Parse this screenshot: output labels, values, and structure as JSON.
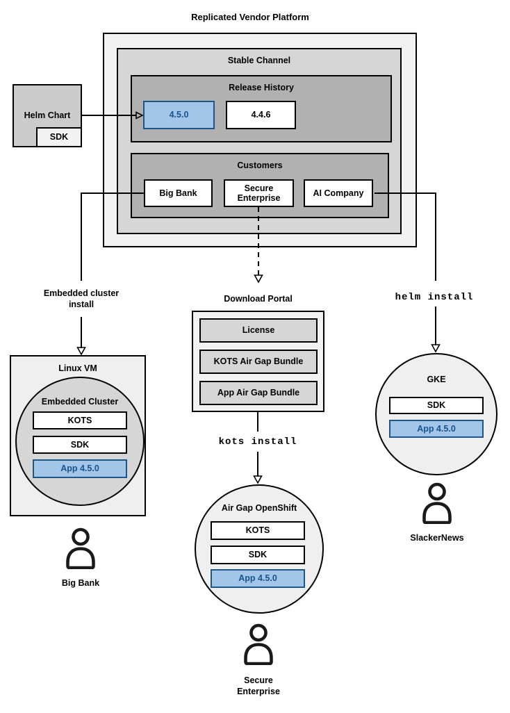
{
  "colors": {
    "highlight_fill": "#a3c6e8",
    "highlight_border": "#1d5687",
    "highlight_text": "#17538f"
  },
  "platform": {
    "title": "Replicated Vendor Platform",
    "channel_title": "Stable Channel",
    "release_history": {
      "title": "Release History",
      "releases": [
        "4.5.0",
        "4.4.6"
      ]
    },
    "customers": {
      "title": "Customers",
      "names": [
        "Big Bank",
        "Secure Enterprise",
        "AI Company"
      ]
    }
  },
  "helm_chart": {
    "label": "Helm Chart",
    "sdk": "SDK"
  },
  "left_flow": {
    "install_label": "Embedded cluster install",
    "vm_title": "Linux VM",
    "cluster_title": "Embedded Cluster",
    "components": [
      "KOTS",
      "SDK"
    ],
    "app": "App 4.5.0",
    "user": "Big Bank"
  },
  "middle_flow": {
    "portal_title": "Download Portal",
    "portal_items": [
      "License",
      "KOTS Air Gap Bundle",
      "App Air Gap Bundle"
    ],
    "install_cmd": "kots install",
    "cluster_title": "Air Gap OpenShift",
    "components": [
      "KOTS",
      "SDK"
    ],
    "app": "App 4.5.0",
    "user": "Secure Enterprise"
  },
  "right_flow": {
    "install_cmd": "helm install",
    "cluster_title": "GKE",
    "components": [
      "SDK"
    ],
    "app": "App 4.5.0",
    "user": "SlackerNews"
  }
}
